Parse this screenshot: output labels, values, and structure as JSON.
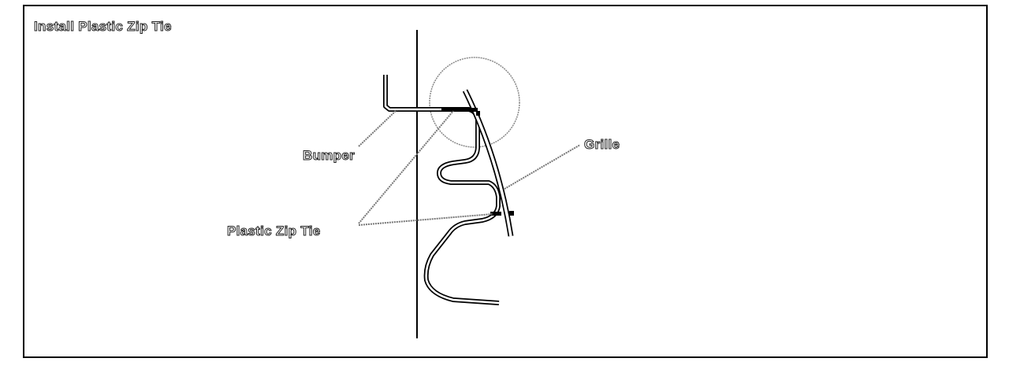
{
  "title": "Install Plastic Zip Tie",
  "labels": {
    "bumper": "Bumper",
    "grille": "Grille",
    "zip_tie": "Plastic Zip Tie"
  },
  "colors": {
    "line": "#000000",
    "leader": "#777777",
    "background": "#ffffff"
  }
}
